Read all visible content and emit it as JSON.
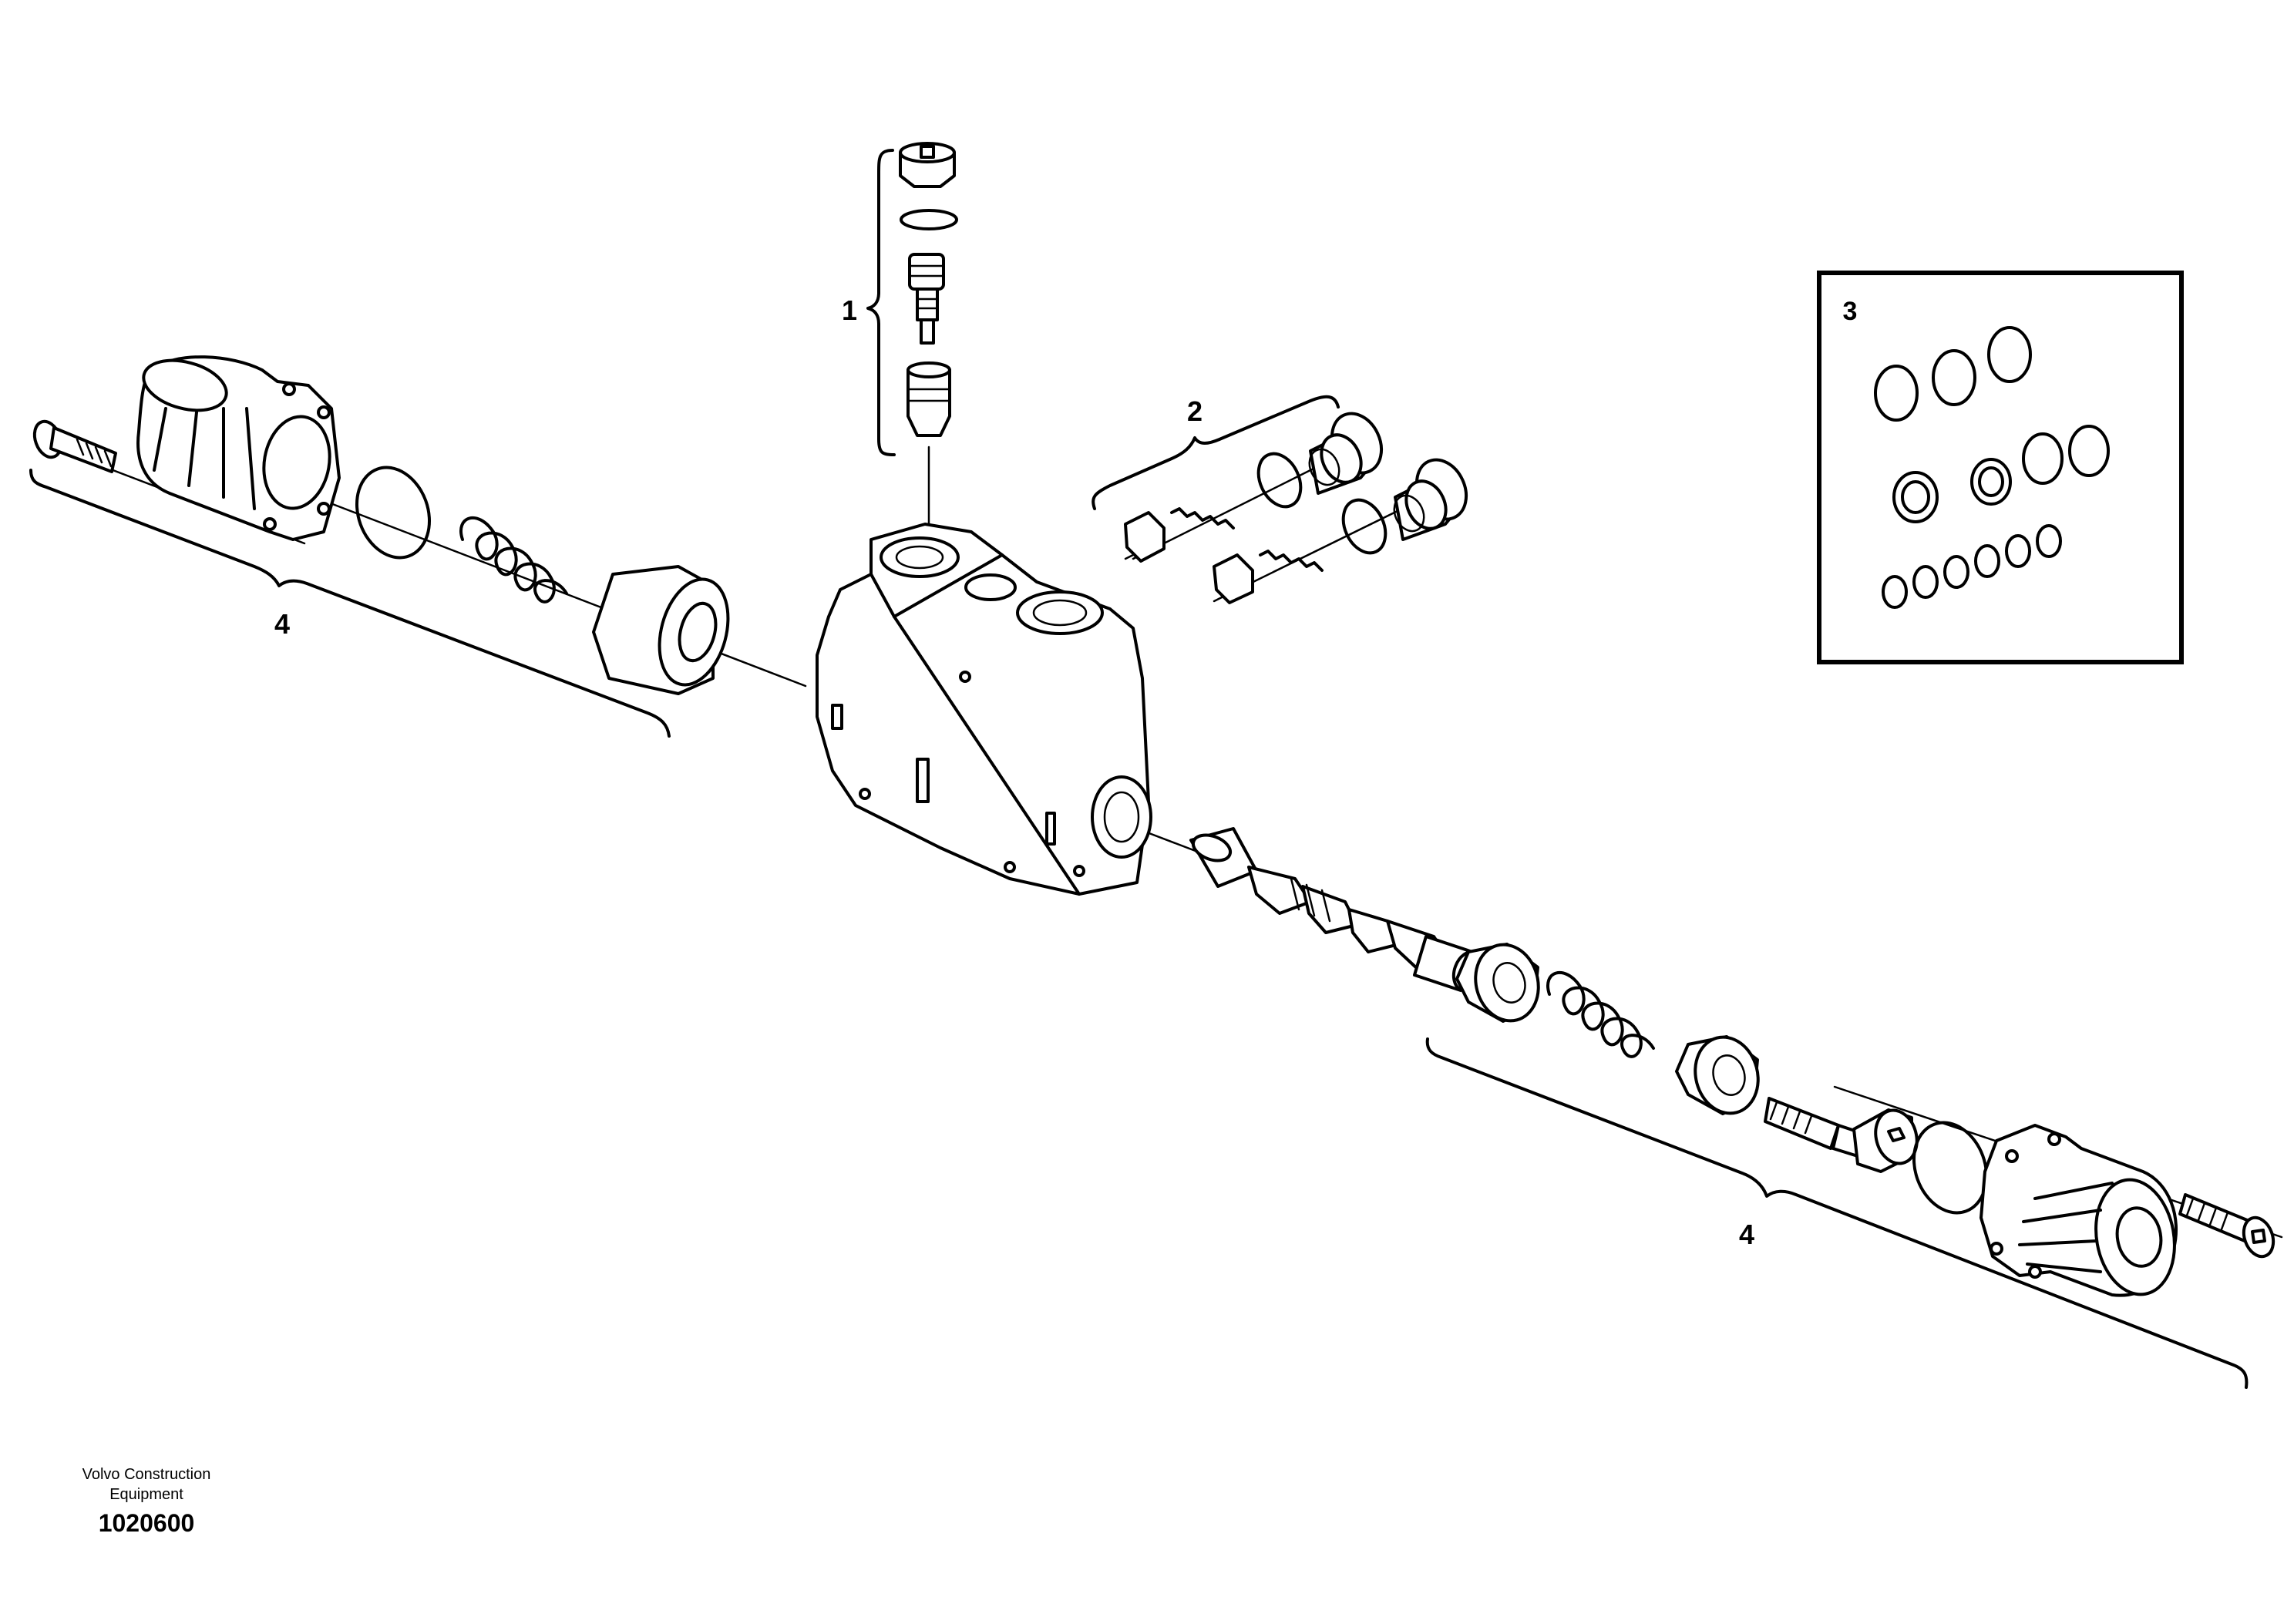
{
  "diagram": {
    "callouts": [
      {
        "id": "callout-1",
        "label": "1"
      },
      {
        "id": "callout-2",
        "label": "2"
      },
      {
        "id": "callout-3",
        "label": "3"
      },
      {
        "id": "callout-4-left",
        "label": "4"
      },
      {
        "id": "callout-4-right",
        "label": "4"
      }
    ]
  },
  "footer": {
    "publisher": "Volvo Construction Equipment",
    "figure_number": "1020600"
  }
}
